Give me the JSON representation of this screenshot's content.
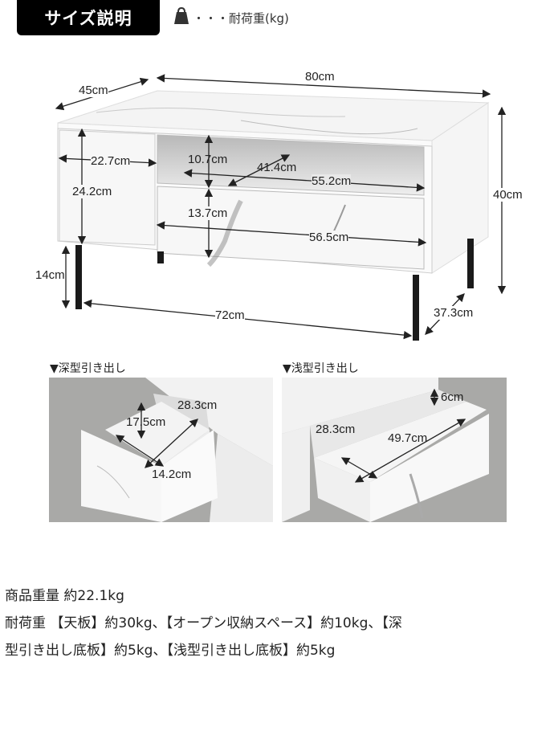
{
  "header": {
    "title": "サイズ説明",
    "legend_text": "・・・耐荷重(kg)",
    "legend_icon": "weight-bag-icon"
  },
  "main_diagram": {
    "depth_top": "45cm",
    "width_top": "80cm",
    "height_total": "40cm",
    "left_panel_width": "22.7cm",
    "left_panel_height": "24.2cm",
    "open_shelf_height": "10.7cm",
    "open_shelf_depth": "41.4cm",
    "open_shelf_width": "55.2cm",
    "drawer_height": "13.7cm",
    "drawer_width": "56.5cm",
    "leg_height": "14cm",
    "leg_span_width": "72cm",
    "leg_span_depth": "37.3cm"
  },
  "deep_drawer": {
    "label": "▼深型引き出し",
    "height": "17.5cm",
    "depth": "28.3cm",
    "width": "14.2cm"
  },
  "shallow_drawer": {
    "label": "▼浅型引き出し",
    "height": "6cm",
    "width": "28.3cm",
    "depth": "49.7cm"
  },
  "specs": {
    "line1": "商品重量 約22.1kg",
    "line2": "耐荷重 【天板】約30kg、【オープン収納スペース】約10kg、【深",
    "line3": "型引き出し底板】約5kg、【浅型引き出し底板】約5kg"
  },
  "colors": {
    "badge_bg": "#000000",
    "text": "#222222",
    "leg": "#1a1a1a",
    "floor": "#a9a9a7"
  }
}
